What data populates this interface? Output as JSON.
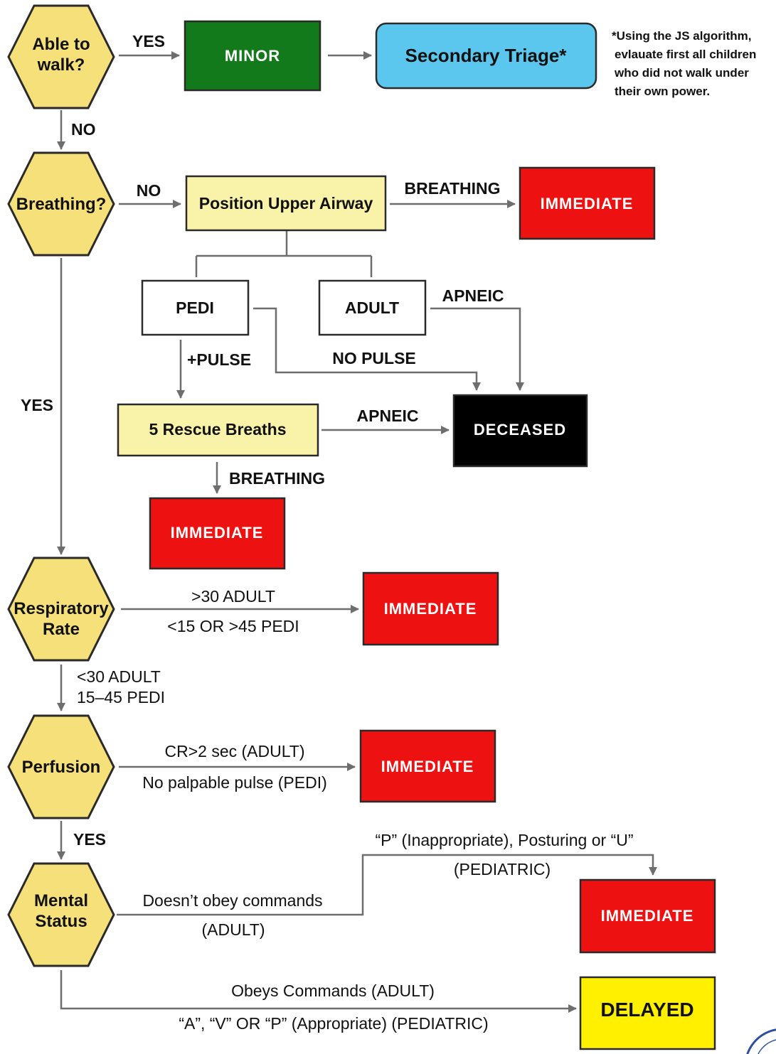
{
  "nodes": {
    "walk": [
      "Able to",
      "walk?"
    ],
    "breathing": "Breathing?",
    "resp": [
      "Respiratory",
      "Rate"
    ],
    "perfusion": "Perfusion",
    "mental": [
      "Mental",
      "Status"
    ],
    "minor": "MINOR",
    "secondary": "Secondary Triage*",
    "airway": "Position Upper Airway",
    "pedi": "PEDI",
    "adult": "ADULT",
    "rescue": "5 Rescue Breaths",
    "deceased": "DECEASED",
    "immediate": "IMMEDIATE",
    "delayed": "DELAYED"
  },
  "note": [
    "*Using the JS algorithm,",
    "evlauate first all children",
    "who did not walk under",
    "their own power."
  ],
  "edges": {
    "yes": "YES",
    "no": "NO",
    "breathing": "BREATHING",
    "apneic": "APNEIC",
    "pulse": "+PULSE",
    "no_pulse": "NO PULSE",
    "resp_high": ">30 ADULT",
    "resp_high_pedi": "<15 OR >45 PEDI",
    "resp_low": "<30 ADULT",
    "resp_low_pedi": "15–45 PEDI",
    "perf_adult": "CR>2 sec (ADULT)",
    "perf_pedi": "No palpable pulse (PEDI)",
    "ms_pedi": "“P” (Inappropriate), Posturing or “U”",
    "ms_pedi_label": "(PEDIATRIC)",
    "ms_adult": "Doesn’t obey commands",
    "ms_adult_label": "(ADULT)",
    "obeys_adult": "Obeys Commands (ADULT)",
    "obeys_pedi": "“A”, “V” OR “P” (Appropriate) (PEDIATRIC)"
  },
  "colors": {
    "hexagon": "#f5e07a",
    "minor": "#127a1a",
    "secondary": "#5cc7ee",
    "airway": "#f8f3a8",
    "immediate": "#ee1111",
    "deceased": "#000000",
    "delayed": "#fff000"
  }
}
